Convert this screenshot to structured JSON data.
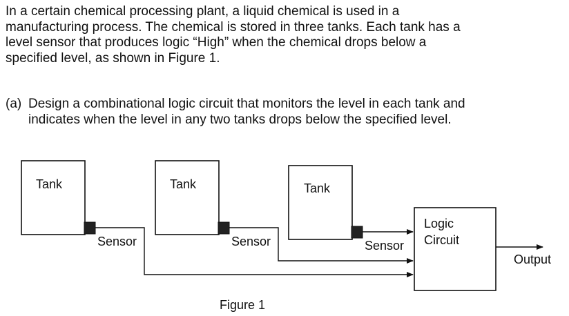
{
  "problem": {
    "intro_lines": [
      "In a certain chemical processing plant, a liquid chemical is used in a",
      "manufacturing process. The chemical is stored in three tanks. Each tank has a",
      "level sensor that produces logic “High” when the chemical drops below a",
      "specified level, as shown in Figure 1."
    ],
    "part_a_label": "(a)",
    "part_a_lines": [
      "Design a combinational logic circuit that monitors the level in each tank and",
      "indicates when the level in any two tanks drops below the specified level."
    ]
  },
  "figure": {
    "tanks": [
      {
        "label": "Tank",
        "sensor_label": "Sensor"
      },
      {
        "label": "Tank",
        "sensor_label": "Sensor"
      },
      {
        "label": "Tank",
        "sensor_label": "Sensor"
      }
    ],
    "logic_block": {
      "line1": "Logic",
      "line2": "Circuit"
    },
    "output_label": "Output",
    "caption": "Figure 1"
  }
}
